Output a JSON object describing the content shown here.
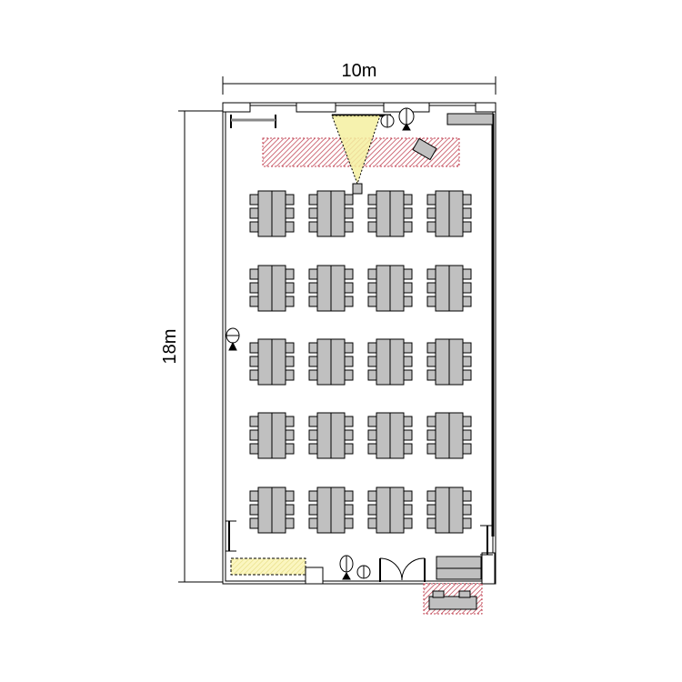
{
  "dimensions": {
    "width_label": "10m",
    "height_label": "18m"
  },
  "layout": {
    "table_rows": 5,
    "table_cols": 4,
    "chairs_per_side": 3
  },
  "colors": {
    "table": "#c0c0c0",
    "stage_hatch": "#c04050",
    "projection": "#f5f0a0",
    "wall": "#000000"
  }
}
